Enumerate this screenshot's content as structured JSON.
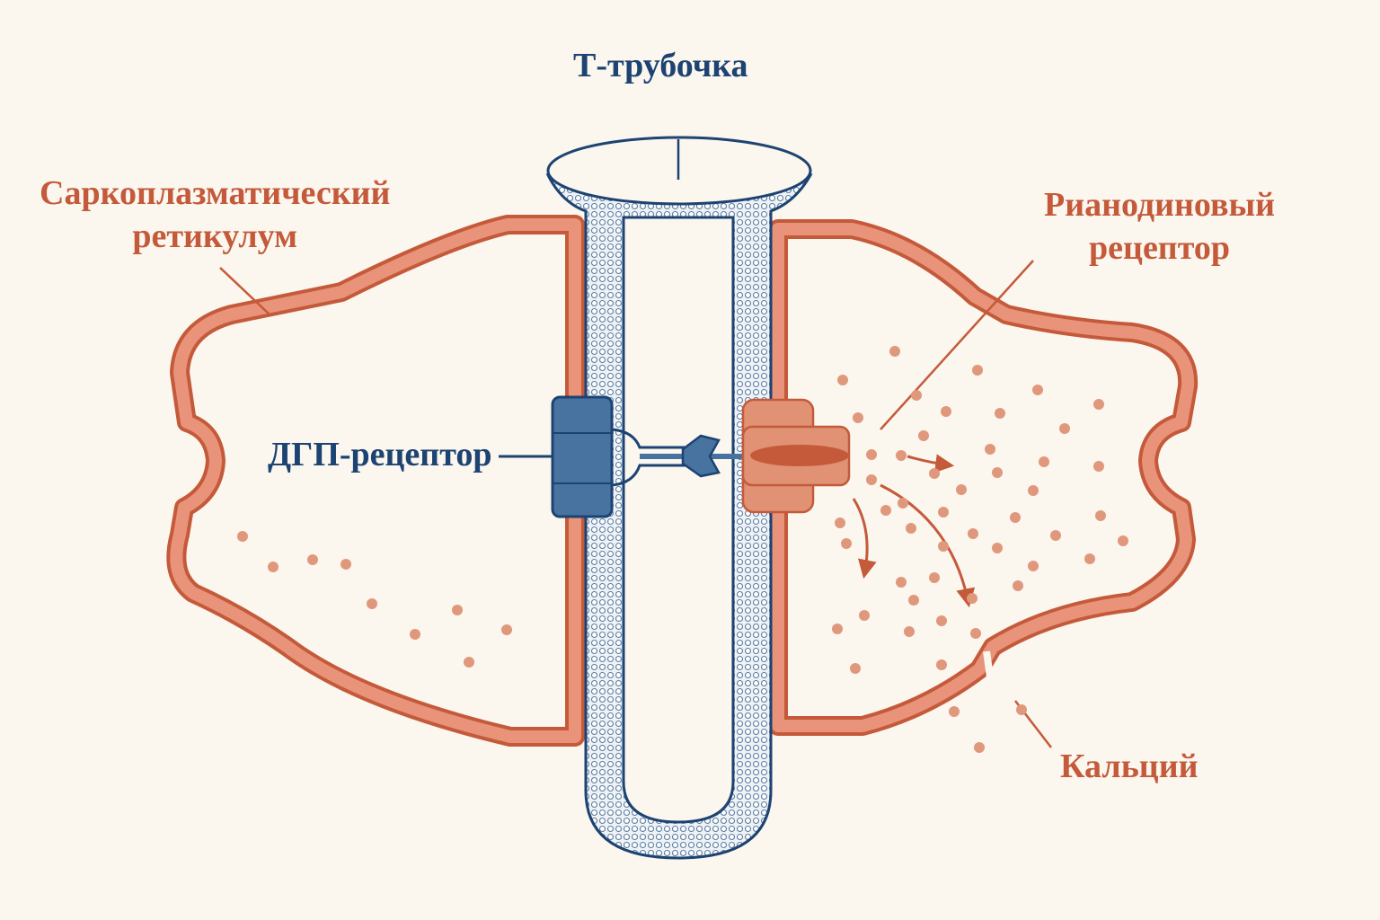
{
  "labels": {
    "t_tubule": "Т-трубочка",
    "sr": "Саркоплазматический\nретикулум",
    "dhp": "ДГП-рецептор",
    "ryr": "Рианодиновый\nрецептор",
    "calcium": "Кальций"
  },
  "colors": {
    "background": "#fbf6ee",
    "navy": "#1c4372",
    "rust": "#c45a3a",
    "membrane_fill": "#e8937a",
    "dhp_fill": "#4873a0",
    "ryr_fill": "#e19274",
    "calcium_dot": "#e0987c"
  },
  "icons": {
    "dhp_receptor": "dhp-receptor-icon",
    "ryanodine_receptor": "ryanodine-receptor-icon",
    "calcium_ion": "calcium-dot-icon",
    "release_arrow": "curved-arrow-icon"
  }
}
